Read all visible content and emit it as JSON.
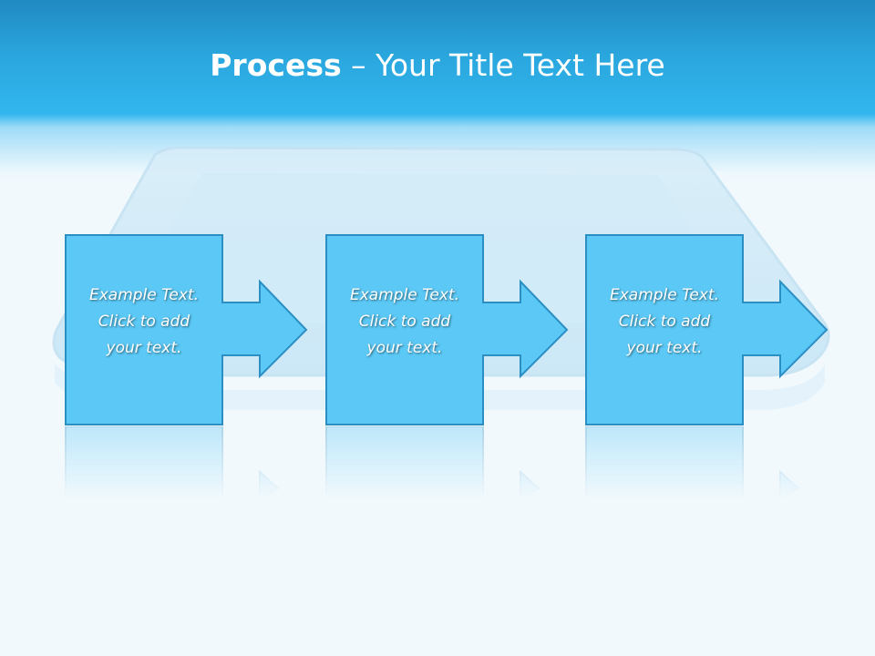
{
  "slide": {
    "title_bold": "Process",
    "title_rest": " – Your Title Text Here"
  },
  "steps": [
    {
      "text": "Example Text.\nClick  to add\nyour text."
    },
    {
      "text": "Example Text.\nClick  to add\nyour text."
    },
    {
      "text": "Example Text.\nClick  to add\nyour text."
    }
  ],
  "colors": {
    "header": "#2aa6dd",
    "arrow_fill": "#5bc8f5",
    "arrow_stroke": "#2b8fc4",
    "background": "#f2f9fd"
  }
}
